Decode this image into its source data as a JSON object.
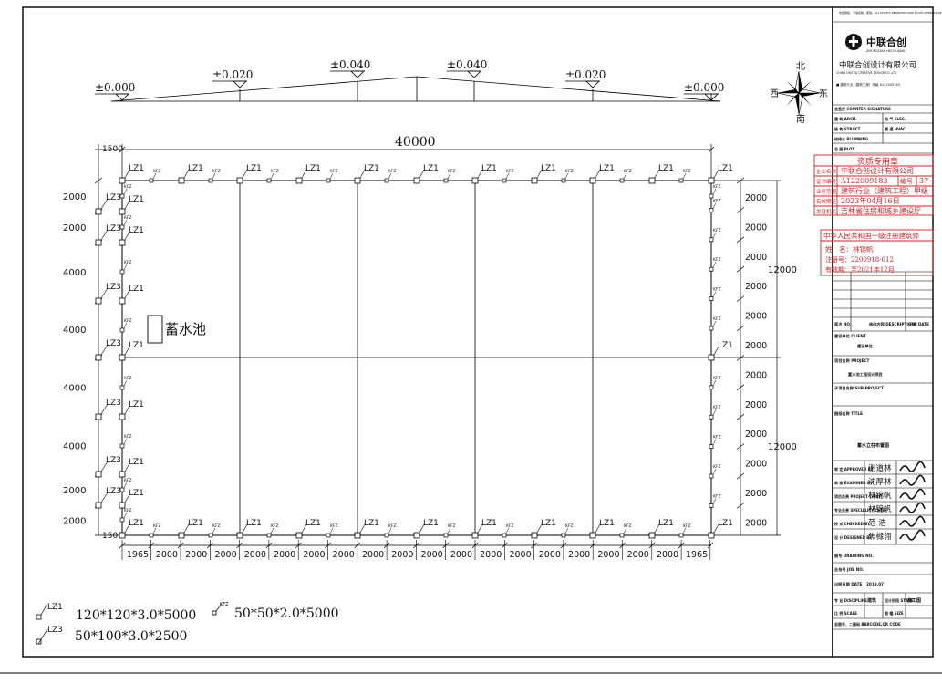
{
  "top_notice": "未经授权，不得复制、使用。ALL RIGHTS RESERVED,DON'T COPY,REPRODUCE",
  "company": {
    "logo_text": "中联合创",
    "logo_sub": "ZHONGLIAN HECHUANG",
    "name_cn": "中联合创设计有限公司",
    "name_en": "CHINA UNITED CREATIVE DESIGN CO.,LTD",
    "cert": "■ 建筑行业（建筑工程）甲级 A122009183"
  },
  "compass": {
    "north": "北",
    "south": "南",
    "west": "西",
    "east": "东"
  },
  "elevations": [
    "±0.000",
    "±0.020",
    "±0.040",
    "±0.040",
    "±0.020",
    "±0.000"
  ],
  "plan": {
    "total_width": "40000",
    "top_edge": "1500",
    "bottom_edge": "1500",
    "pool_label": "蓄水池",
    "right_total_top": "12000",
    "right_total_bottom": "12000",
    "left_dims": [
      "2000",
      "2000",
      "4000",
      "4000",
      "4000",
      "4000",
      "2000",
      "2000"
    ],
    "right_dims": [
      "2000",
      "2000",
      "2000",
      "2000",
      "2000",
      "2000",
      "2000",
      "2000",
      "2000",
      "2000",
      "2000",
      "2000"
    ],
    "bottom_dims": [
      "1965",
      "2000",
      "2000",
      "2000",
      "2000",
      "2000",
      "2000",
      "2000",
      "2000",
      "2000",
      "2000",
      "2000",
      "2000",
      "2000",
      "2000",
      "2000",
      "2000",
      "2000",
      "2000",
      "1965"
    ],
    "col_label_lz1": "LZ1",
    "col_label_lz3": "LZ3",
    "col_label_kfz": "KFZ"
  },
  "legend": [
    {
      "code": "LZ1",
      "spec": "120*120*3.0*5000"
    },
    {
      "code": "KFZ",
      "spec": "50*50*2.0*5000"
    },
    {
      "code": "LZ3",
      "spec": "50*100*3.0*2500"
    }
  ],
  "stamps": {
    "cert_title": "资质专用章",
    "cert_rows": [
      [
        "企业名称",
        "中联合创设计有限公司"
      ],
      [
        "证书编号",
        "A122009183",
        "编号",
        "37"
      ],
      [
        "业务范围",
        "建筑行业（建筑工程）甲级"
      ],
      [
        "有效期至",
        "2023年04月16日"
      ],
      [
        "发证机关",
        "吉林省住房和城乡建设厅"
      ]
    ],
    "engineer_title": "中华人民共和国一级注册建筑师",
    "engineer_name": "姓　名：林锦帆",
    "engineer_reg": "注册号：2200918-012",
    "engineer_valid": "有效期：至2021年12月"
  },
  "title_block": {
    "rows_a": [
      [
        "会签栏 COUNTER SIGNATURE",
        ""
      ],
      [
        "建 筑 ARCH.",
        "电 气 ELEC."
      ],
      [
        "结 构 STRUCT.",
        "暖 通 HVAC."
      ],
      [
        "给排水 PLUMBING",
        ""
      ],
      [
        "总 图 PLOT",
        ""
      ]
    ],
    "revision_headers": [
      "版次 NO.",
      "修改内容 DESCRIPTION",
      "日期 DATE"
    ],
    "client_label": "建设单位 CLIENT",
    "client_value": "建设单位",
    "project_label": "项目名称 PROJECT",
    "project_value": "蓄水池工程设计项目",
    "subproject_label": "子项目名称 SUB-PROJECT",
    "drawing_title_label": "图纸名称 TITLE",
    "drawing_title_value": "蓄水立柱布置图",
    "signatures": [
      [
        "审 定 APPROVED BY",
        "谢道林"
      ],
      [
        "审 核 EXAMINED BY",
        "沈厚林"
      ],
      [
        "项目负责 PROJECT CHIEF",
        "林锦帆"
      ],
      [
        "专业负责 SPECIALITY CHIEF",
        "林锦帆"
      ],
      [
        "校 对 CHECKED BY",
        "范 浩"
      ],
      [
        "设 计 DESIGNED BY",
        "焦橼翎"
      ]
    ],
    "drawing_no_label": "图号 DRAWING NO.",
    "job_no_label": "业务号 JOB NO.",
    "date_label": "出图日期 DATE",
    "date_value": "2019.07",
    "discipline_label": "专 业 DISCIPLINE",
    "discipline_value": "建筑",
    "stage_label": "设计阶段 STAGE",
    "stage_value": "施工图",
    "scale_label": "比 例 SCALE",
    "size_label": "图 幅 SIZE",
    "sheet_note": "总图号、二维码 BARCODE,QR CODE"
  }
}
